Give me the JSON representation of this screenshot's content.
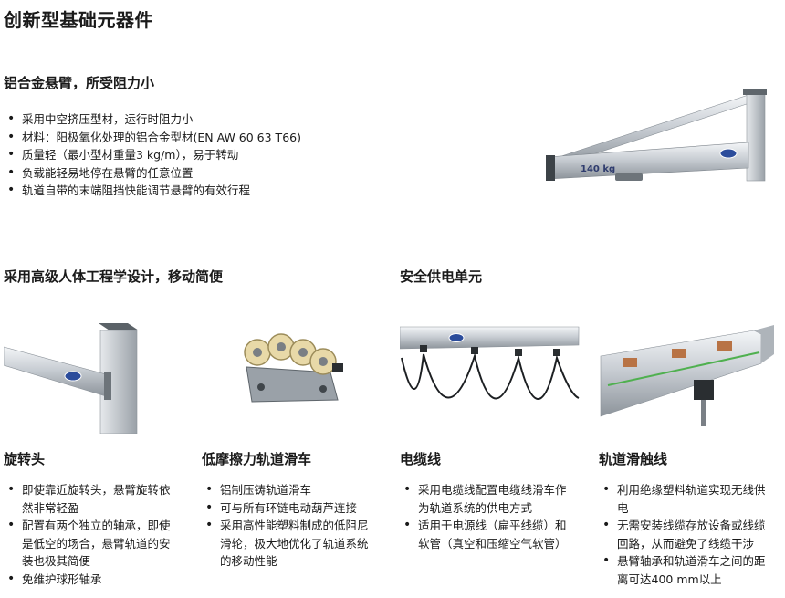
{
  "page_title": "创新型基础元器件",
  "section1": {
    "title": "铝合金悬臂，所受阻力小",
    "bullets": [
      "采用中空挤压型材，运行时阻力小",
      "材料：阳极氧化处理的铝合金型材(EN AW 60 63 T66)",
      "质量轻（最小型材重量3 kg/m），易于转动",
      "负载能轻易地停在悬臂的任意位置",
      "轨道自带的末端阻挡快能调节悬臂的有效行程"
    ],
    "image_label": "140 kg"
  },
  "section2_title": "采用高级人体工程学设计，移动简便",
  "section3_title": "安全供电单元",
  "cards": [
    {
      "title": "旋转头",
      "bullets": [
        "即使靠近旋转头，悬臂旋转依然非常轻盈",
        "配置有两个独立的轴承，即使是低空的场合，悬臂轨道的安装也极其简便",
        "免维护球形轴承"
      ]
    },
    {
      "title": "低摩擦力轨道滑车",
      "bullets": [
        "铝制压铸轨道滑车",
        "可与所有环链电动葫芦连接",
        "采用高性能塑料制成的低阻尼滑轮，极大地优化了轨道系统的移动性能"
      ]
    },
    {
      "title": "电缆线",
      "bullets": [
        "采用电缆线配置电缆线滑车作为轨道系统的供电方式",
        "适用于电源线（扁平线缆）和软管（真空和压缩空气软管）"
      ]
    },
    {
      "title": "轨道滑触线",
      "bullets": [
        "利用绝缘塑料轨道实现无线供电",
        "无需安装线缆存放设备或线缆回路，从而避免了线缆干涉",
        "悬臂轴承和轨道滑车之间的距离可达400 mm以上"
      ]
    }
  ]
}
